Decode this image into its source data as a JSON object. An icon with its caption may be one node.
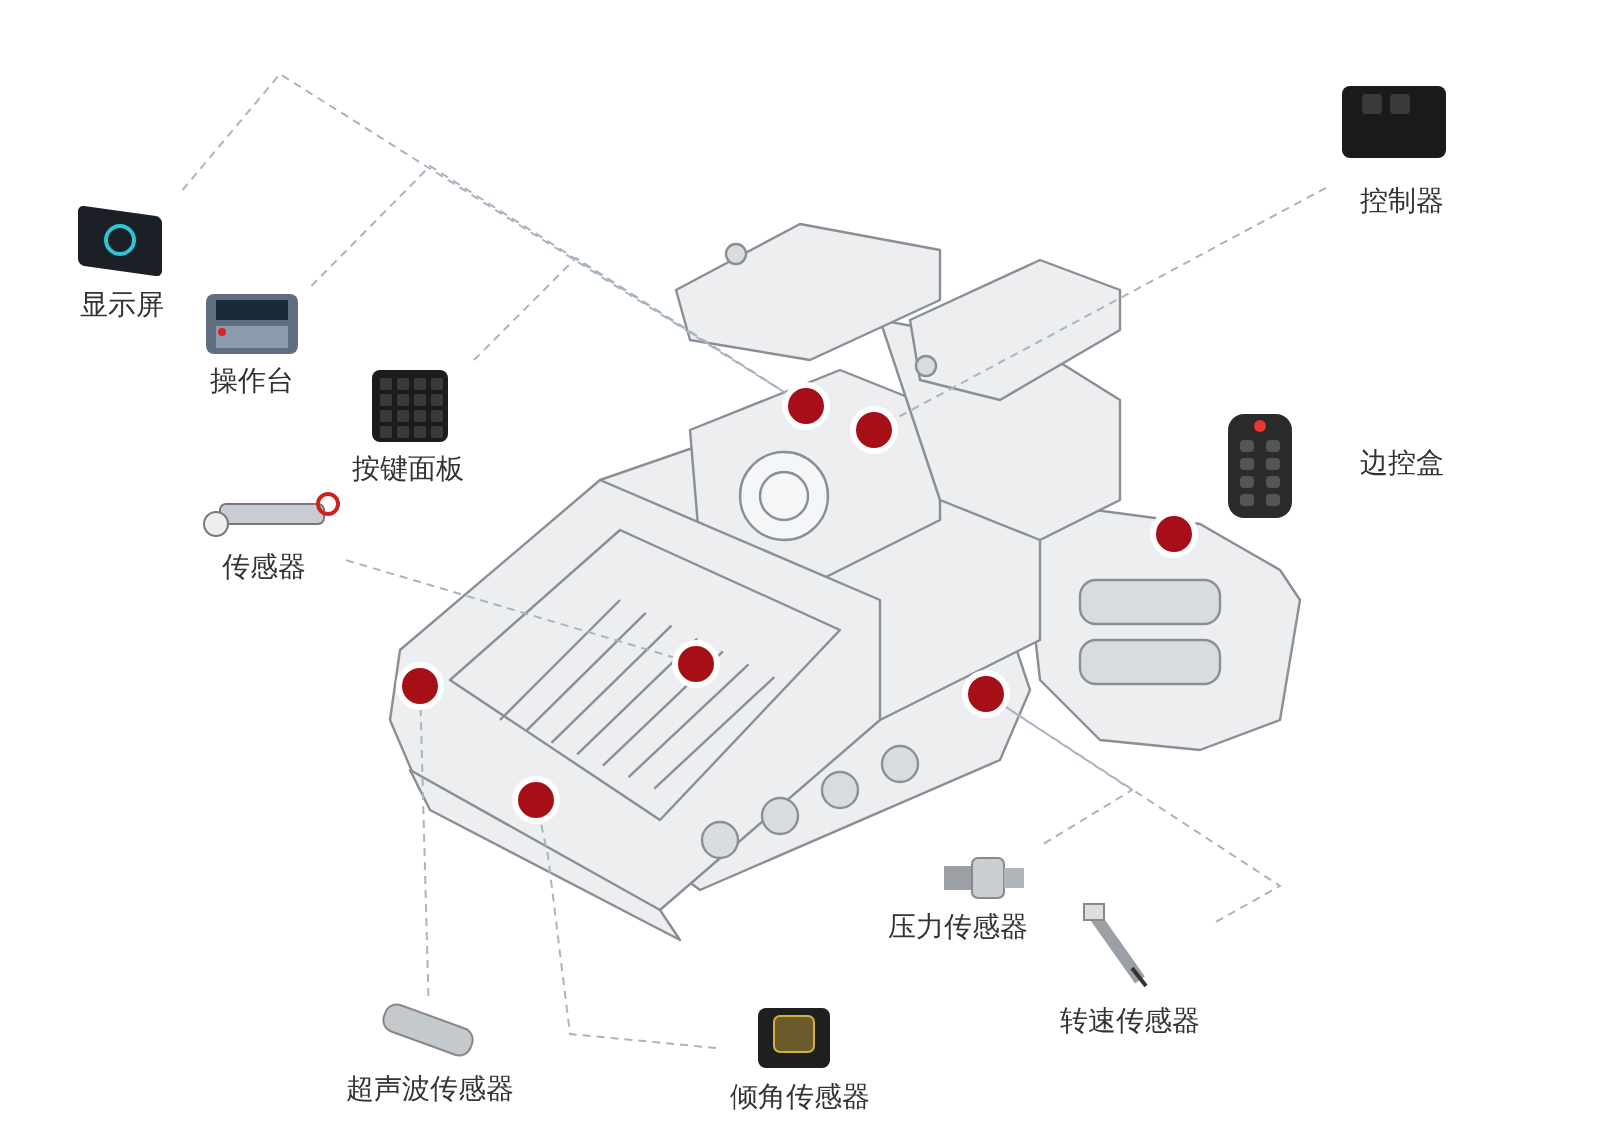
{
  "diagram": {
    "nodes": [
      {
        "text": [
          "显示屏"
        ]
      },
      {
        "text": [
          "操作台"
        ]
      },
      {
        "text": [
          "按键面板"
        ]
      },
      {
        "text": [
          "传感器"
        ]
      },
      {
        "text": [
          "控制器"
        ]
      },
      {
        "text": [
          "边控盒"
        ]
      },
      {
        "text": [
          "压力传感器"
        ]
      },
      {
        "text": [
          "转速传感器"
        ]
      },
      {
        "text": [
          "超声波传感器"
        ]
      },
      {
        "text": [
          "倾角传感器"
        ]
      },
      {
        "text": [],
        "shape": "circle"
      },
      {
        "text": [],
        "shape": "circle"
      },
      {
        "text": [],
        "shape": "circle"
      },
      {
        "text": [],
        "shape": "circle"
      },
      {
        "text": [],
        "shape": "circle"
      },
      {
        "text": [],
        "shape": "circle"
      },
      {
        "text": [],
        "shape": "circle"
      }
    ],
    "edges": [
      {
        "from": 0,
        "to": 10,
        "arrow": "none",
        "style": "dashed"
      },
      {
        "from": 1,
        "to": 10,
        "arrow": "none",
        "style": "dashed"
      },
      {
        "from": 2,
        "to": 10,
        "arrow": "none",
        "style": "dashed"
      },
      {
        "from": 3,
        "to": 14,
        "arrow": "none",
        "style": "dashed"
      },
      {
        "from": 4,
        "to": 11,
        "arrow": "none",
        "style": "dashed"
      },
      {
        "from": 6,
        "to": 15,
        "arrow": "none",
        "style": "dashed"
      },
      {
        "from": 7,
        "to": 15,
        "arrow": "none",
        "style": "dashed"
      },
      {
        "from": 8,
        "to": 13,
        "arrow": "none",
        "style": "dashed"
      },
      {
        "from": 9,
        "to": 16,
        "arrow": "none",
        "style": "dashed"
      }
    ]
  }
}
